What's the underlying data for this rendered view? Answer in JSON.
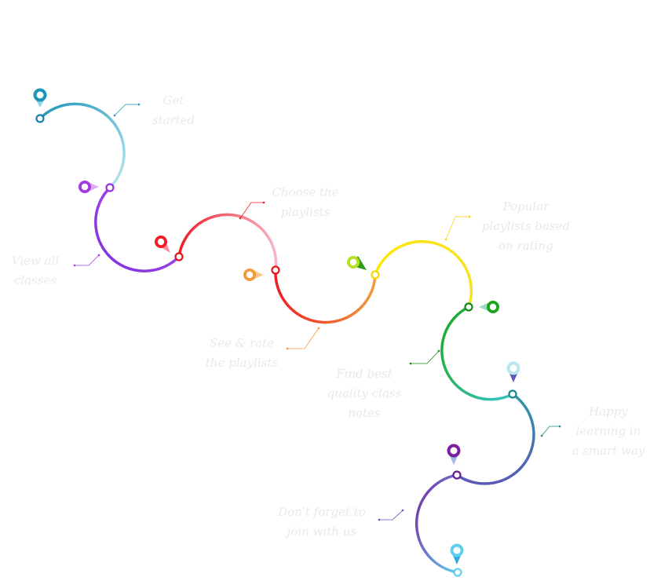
{
  "steps": [
    {
      "label": "Get\nstarted",
      "color": "#1c95b8",
      "color_light": "#bfe8f2"
    },
    {
      "label": "View all\nclasses",
      "color": "#a43ae6",
      "color_light": "#7d2fe0"
    },
    {
      "label": "Choose the\nplaylists",
      "color": "#ee1c25",
      "color_light": "#f7b5c5"
    },
    {
      "label": "See & rate\nthe playlists",
      "color": "#f29b3a",
      "color_light": "#ee1c25"
    },
    {
      "label": "Popular\nplaylists based\non rating",
      "color": "#ffe600",
      "color_light": "#f7e225"
    },
    {
      "label": "Find best\nquality class\nnotes",
      "color": "#1aa61a",
      "color_light": "#36c4c4"
    },
    {
      "label": "Happy\nlearning in\na smart way",
      "color": "#2f9aa3",
      "color_light": "#5a58b8"
    },
    {
      "label": "Don't forget to\njoin with us",
      "color": "#7a1fa2",
      "color_light": "#5fd0ef"
    }
  ],
  "icons": {
    "pin": "map-pin-icon"
  }
}
